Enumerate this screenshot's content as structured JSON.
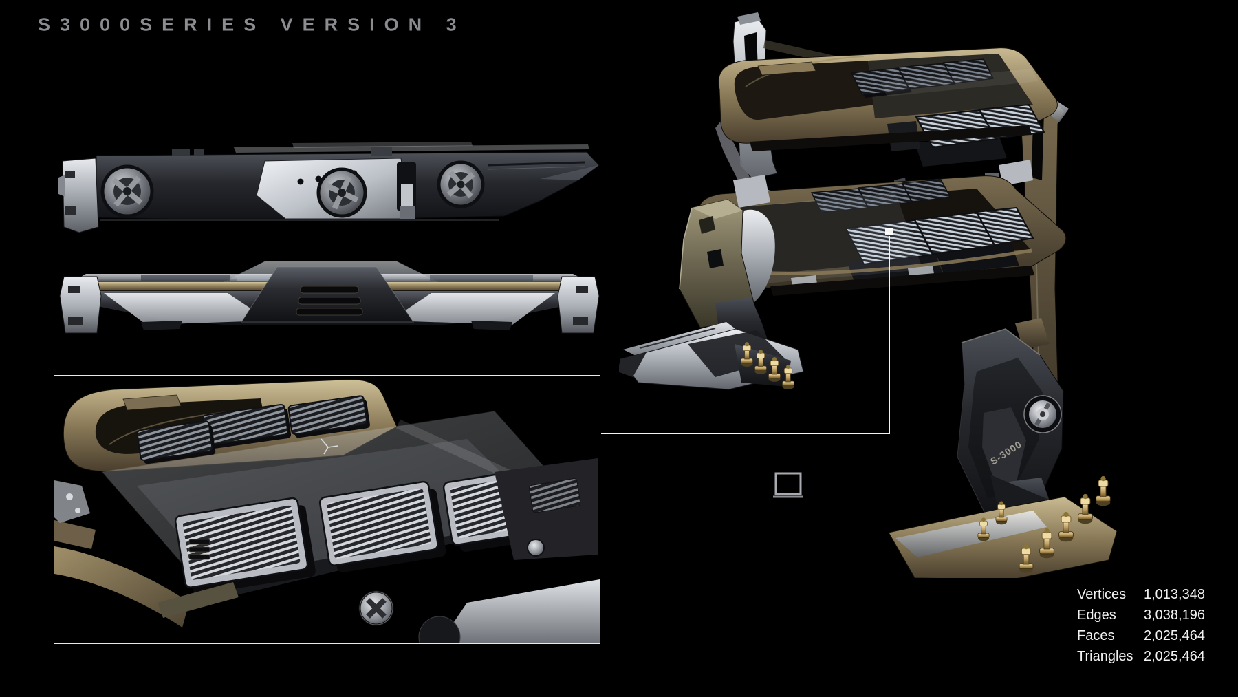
{
  "title": {
    "text": "S3000SERIES VERSION 3"
  },
  "stats": {
    "rows": [
      {
        "label": "Vertices",
        "value": "1,013,348"
      },
      {
        "label": "Edges",
        "value": "3,038,196"
      },
      {
        "label": "Faces",
        "value": "2,025,464"
      },
      {
        "label": "Triangles",
        "value": "2,025,464"
      }
    ]
  },
  "machine": {
    "leg_badge": "S-3000"
  },
  "palette": {
    "background": "#000000",
    "title_text": "#8b8c90",
    "stats_text": "#f2f2f2",
    "callout": "#ffffff",
    "inset_border": "#e9e9e9",
    "metal_bronze": "#8a7a58",
    "metal_silver": "#c8ccd2",
    "metal_gunmetal": "#26282d",
    "accent_khaki": "#8f8a70",
    "bolt_gold": "#d8bd7e",
    "glass_tint": "#cdd5dd"
  }
}
